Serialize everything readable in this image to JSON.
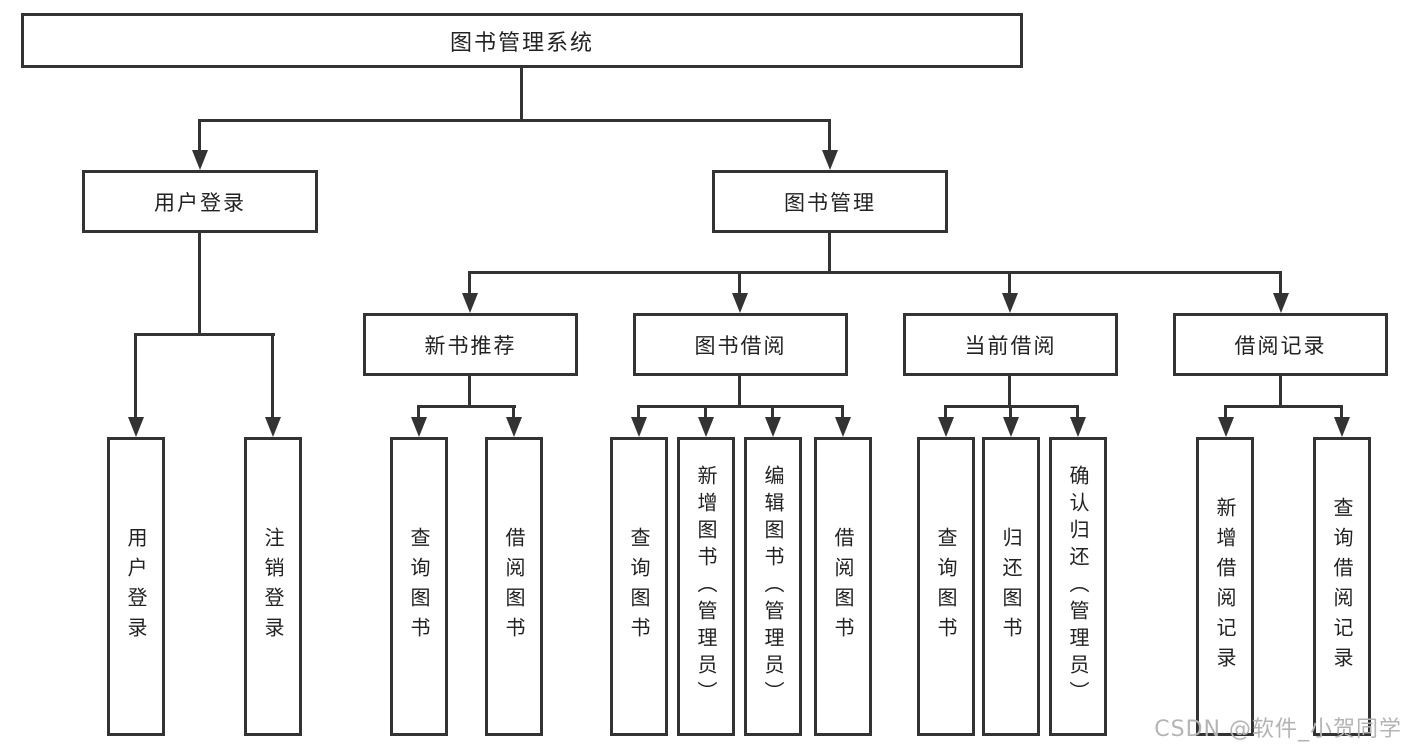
{
  "diagram": {
    "root": "图书管理系统",
    "user_branch": {
      "label": "用户登录",
      "leaves": [
        "用户登录",
        "注销登录"
      ]
    },
    "book_branch": {
      "label": "图书管理",
      "groups": [
        {
          "label": "新书推荐",
          "leaves": [
            "查询图书",
            "借阅图书"
          ]
        },
        {
          "label": "图书借阅",
          "leaves": [
            "查询图书",
            "新增图书（管理员）",
            "编辑图书（管理员）",
            "借阅图书"
          ]
        },
        {
          "label": "当前借阅",
          "leaves": [
            "查询图书",
            "归还图书",
            "确认归还（管理员）"
          ]
        },
        {
          "label": "借阅记录",
          "leaves": [
            "新增借阅记录",
            "查询借阅记录"
          ]
        }
      ]
    }
  },
  "watermark": "CSDN @软件_小贺同学",
  "colors": {
    "line": "#333333",
    "text": "#222222",
    "background": "#ffffff",
    "watermark": "#b4b4b4"
  }
}
